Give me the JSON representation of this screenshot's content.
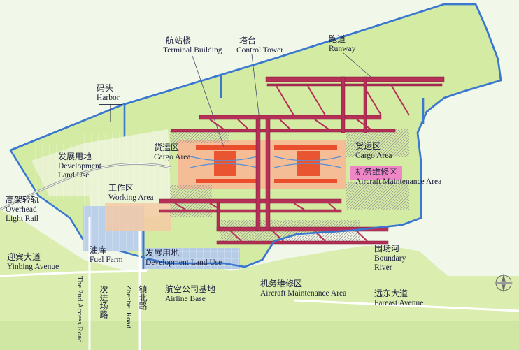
{
  "labels": {
    "terminal": {
      "zh": "航站楼",
      "en": "Terminal Building"
    },
    "tower": {
      "zh": "塔台",
      "en": "Control Tower"
    },
    "runway": {
      "zh": "跑道",
      "en": "Runway"
    },
    "harbor": {
      "zh": "码头",
      "en": "Harbor"
    },
    "dev_land_nw": {
      "zh": "发展用地",
      "en1": "Development",
      "en2": "Land Use"
    },
    "cargo_west": {
      "zh": "货运区",
      "en": "Cargo Area"
    },
    "cargo_east": {
      "zh": "货运区",
      "en": "Cargo Area"
    },
    "maintenance_east": {
      "zh": "机务维修区",
      "en": "Aircraft Maintenance Area"
    },
    "working": {
      "zh": "工作区",
      "en": "Working Area"
    },
    "light_rail": {
      "zh": "高架轻轨",
      "en1": "Overhead",
      "en2": "Light Rail"
    },
    "fuel": {
      "zh": "油库",
      "en": "Fuel Farm"
    },
    "dev_land_s": {
      "zh": "发展用地",
      "en": "Development  Land Use"
    },
    "river": {
      "zh": "围场河",
      "en1": "Boundary",
      "en2": "River"
    },
    "yinbing": {
      "zh": "迎宾大道",
      "en": "Yinbing Avenue"
    },
    "airline_base": {
      "zh": "航空公司基地",
      "en": "Airline Base"
    },
    "maintenance_south": {
      "zh": "机务维修区",
      "en": "Aircraft Maintenance Area"
    },
    "fareast": {
      "zh": "远东大道",
      "en": "Fareast Avenue"
    },
    "access_road": {
      "zh": "次进场路",
      "en": "The 2nd Access Road"
    },
    "zhenbei": {
      "zh": "镇北路",
      "en": "Zhenbei Road"
    }
  },
  "colors": {
    "land": "#d9ecab",
    "water": "#f0f6e7",
    "boundary": "#3a78d0",
    "runway": "#b02e56",
    "grey_zone": "#b7b5b1",
    "orange_zone": "#f4b58d",
    "blue_zone": "#b8cde8",
    "pink_zone": "#ee82c3"
  }
}
